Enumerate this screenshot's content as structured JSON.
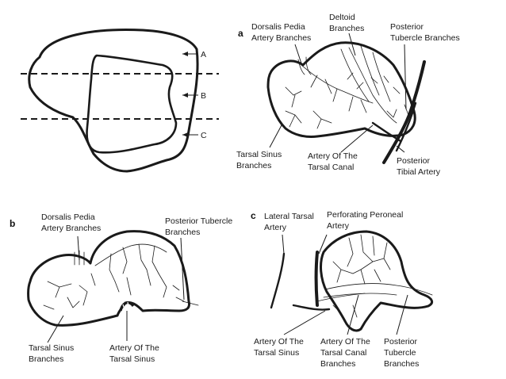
{
  "figure": {
    "section_labels": {
      "a": "A",
      "b": "B",
      "c": "C"
    },
    "panels": {
      "a": {
        "letter": "a",
        "labels": {
          "dorsalis_pedia": [
            "Dorsalis Pedia",
            "Artery Branches"
          ],
          "deltoid": [
            "Deltoid",
            "Branches"
          ],
          "posterior_tubercle": [
            "Posterior",
            "Tubercle Branches"
          ],
          "tarsal_sinus": [
            "Tarsal Sinus",
            "Branches"
          ],
          "tarsal_canal": [
            "Artery Of The",
            "Tarsal Canal"
          ],
          "posterior_tibial": [
            "Posterior",
            "Tibial Artery"
          ]
        }
      },
      "b": {
        "letter": "b",
        "labels": {
          "dorsalis_pedia": [
            "Dorsalis Pedia",
            "Artery Branches"
          ],
          "posterior_tubercle": [
            "Posterior Tubercle",
            "Branches"
          ],
          "tarsal_sinus": [
            "Tarsal Sinus",
            "Branches"
          ],
          "tarsal_sinus_artery": [
            "Artery Of The",
            "Tarsal Sinus"
          ]
        }
      },
      "c": {
        "letter": "c",
        "labels": {
          "lateral_tarsal": [
            "Lateral Tarsal",
            "Artery"
          ],
          "perforating_peroneal": [
            "Perforating Peroneal",
            "Artery"
          ],
          "tarsal_sinus_artery": [
            "Artery Of The",
            "Tarsal Sinus"
          ],
          "tarsal_canal_branches": [
            "Artery Of The",
            "Tarsal Canal",
            "Branches"
          ],
          "posterior_tubercle": [
            "Posterior",
            "Tubercle",
            "Branches"
          ]
        }
      }
    }
  }
}
